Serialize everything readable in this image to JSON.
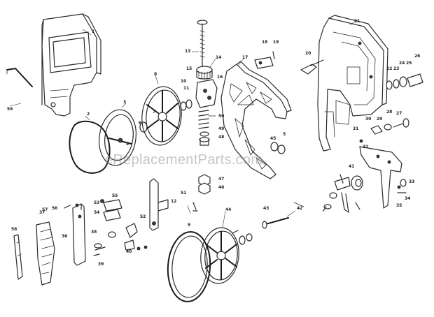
{
  "watermark": {
    "text": "eReplacementParts.com"
  },
  "callouts": {
    "c1": "1",
    "c2": "2",
    "c3": "3",
    "c4": "4",
    "c5": "5",
    "c6": "6",
    "c7": "7",
    "c8": "8",
    "c9": "9",
    "c10": "10",
    "c11": "11",
    "c12": "12",
    "c13": "13",
    "c14": "14",
    "c15": "15",
    "c16": "16",
    "c17": "17",
    "c18": "18",
    "c19": "19",
    "c20": "20",
    "c21": "21",
    "c22": "22",
    "c23": "23",
    "c24": "24",
    "c25": "25",
    "c26": "26",
    "c27": "27",
    "c28": "28",
    "c29": "29",
    "c30": "30",
    "c31": "31",
    "c32": "32",
    "c33": "33",
    "c34": "34",
    "c35": "35",
    "c36": "36",
    "c37": "37",
    "c38": "38",
    "c39": "39",
    "c40": "40",
    "c41": "41",
    "c42": "42",
    "c43": "43",
    "c44": "44",
    "c45": "45",
    "c46": "46",
    "c47": "47",
    "c48": "48",
    "c49": "49",
    "c50": "50",
    "c51": "51",
    "c52": "52",
    "c53": "53",
    "c54": "54",
    "c55": "55",
    "c56": "56",
    "c57": "57",
    "c58": "58",
    "c59": "59"
  }
}
